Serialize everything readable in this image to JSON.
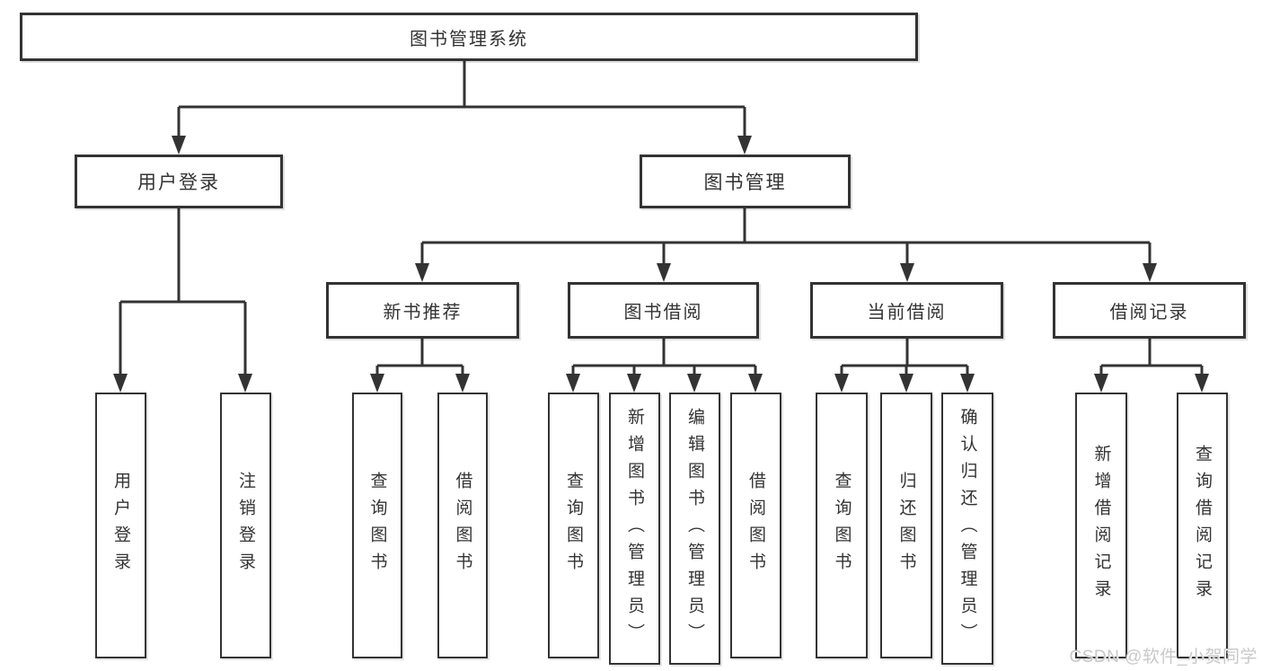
{
  "colors": {
    "line": "#333333",
    "box_border": "#333333",
    "text": "#333333",
    "watermark": "#c8c8c8",
    "background": "#ffffff"
  },
  "diagram": {
    "root": {
      "label": "图书管理系统"
    },
    "level2": [
      {
        "label": "用户登录"
      },
      {
        "label": "图书管理"
      }
    ],
    "level3": [
      {
        "label": "新书推荐"
      },
      {
        "label": "图书借阅"
      },
      {
        "label": "当前借阅"
      },
      {
        "label": "借阅记录"
      }
    ],
    "leaves": {
      "user_login": [
        {
          "label": "用户登录"
        },
        {
          "label": "注销登录"
        }
      ],
      "new_books": [
        {
          "label": "查询图书"
        },
        {
          "label": "借阅图书"
        }
      ],
      "book_borrowing": [
        {
          "label": "查询图书"
        },
        {
          "label": "新增图书（管理员）"
        },
        {
          "label": "编辑图书（管理员）"
        },
        {
          "label": "借阅图书"
        }
      ],
      "current_borrowing": [
        {
          "label": "查询图书"
        },
        {
          "label": "归还图书"
        },
        {
          "label": "确认归还（管理员）"
        }
      ],
      "borrowing_records": [
        {
          "label": "新增借阅记录"
        },
        {
          "label": "查询借阅记录"
        }
      ]
    }
  },
  "watermark": {
    "text": "CSDN @软件_小贺同学"
  }
}
